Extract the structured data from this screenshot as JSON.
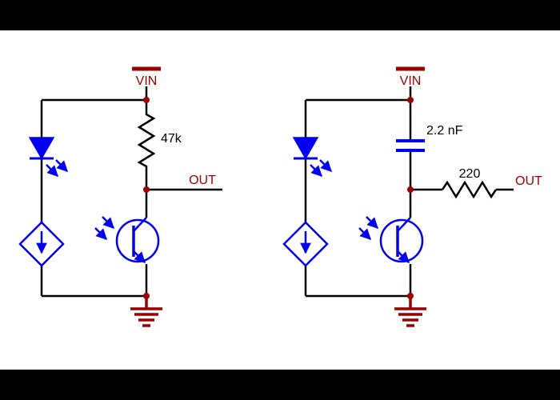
{
  "left_circuit": {
    "power_label": "VIN",
    "resistor_label": "47k",
    "output_label": "OUT"
  },
  "right_circuit": {
    "power_label": "VIN",
    "capacitor_label": "2.2 nF",
    "resistor_label": "220",
    "output_label": "OUT"
  },
  "colors": {
    "wire": "#000000",
    "component_blue": "#0000ee",
    "label_maroon": "#990000",
    "background": "#ffffff",
    "letterbox": "#000000"
  }
}
